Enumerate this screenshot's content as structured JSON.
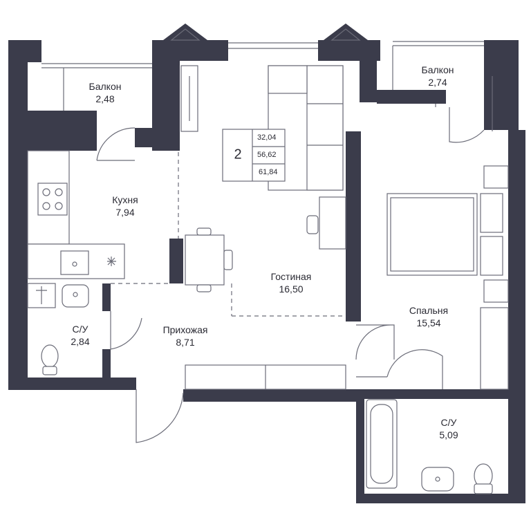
{
  "plan": {
    "rooms_count": "2",
    "areas": {
      "living": "32,04",
      "total": "56,62",
      "total_with_balconies": "61,84"
    },
    "colors": {
      "wall": "#3b3c4b",
      "line": "#6b6c78",
      "background": "#ffffff"
    },
    "rooms": [
      {
        "id": "balcony-left",
        "name": "Балкон",
        "area": "2,48"
      },
      {
        "id": "balcony-right",
        "name": "Балкон",
        "area": "2,74"
      },
      {
        "id": "kitchen",
        "name": "Кухня",
        "area": "7,94"
      },
      {
        "id": "living-room",
        "name": "Гостиная",
        "area": "16,50"
      },
      {
        "id": "bedroom",
        "name": "Спальня",
        "area": "15,54"
      },
      {
        "id": "bathroom-small",
        "name": "С/У",
        "area": "2,84"
      },
      {
        "id": "hallway",
        "name": "Прихожая",
        "area": "8,71"
      },
      {
        "id": "bathroom-large",
        "name": "С/У",
        "area": "5,09"
      }
    ]
  }
}
